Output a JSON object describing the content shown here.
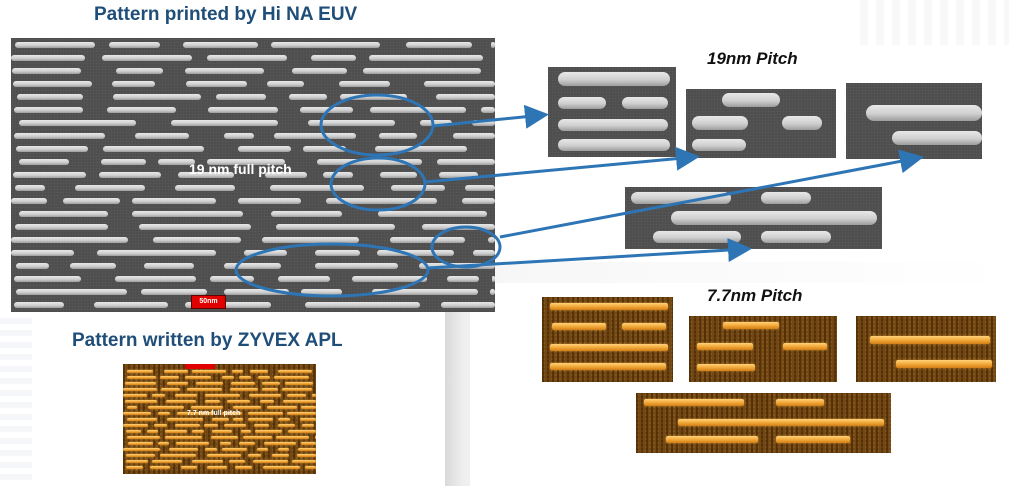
{
  "titles": {
    "hi_na": "Pattern printed by Hi NA EUV",
    "zyvex": "Pattern written by ZYVEX APL",
    "pitch_19": "19nm Pitch",
    "pitch_7_7": "7.7nm Pitch"
  },
  "sem_main": {
    "label": "19 nm full pitch",
    "scale_label": "50nm"
  },
  "stm_main": {
    "label": "7.7 nm full pitch"
  },
  "colors": {
    "title_blue": "#1f4e79",
    "callout_blue": "#2e75b6",
    "scale_red": "#e00000",
    "apl_orange": "#f3a93a"
  }
}
